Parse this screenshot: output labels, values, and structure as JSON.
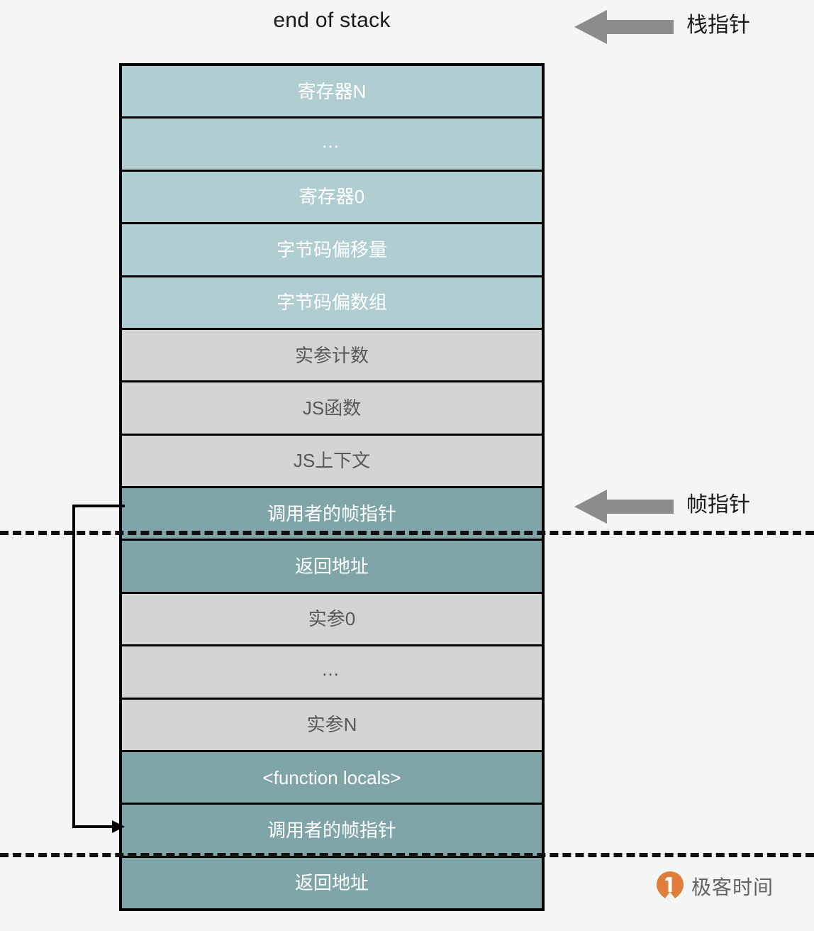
{
  "diagram": {
    "title": "end of stack",
    "colors": {
      "background": "#f4f5f5",
      "teal_light": "#b0ced2",
      "teal_dark": "#7fa5a8",
      "grey": "#d4d4d4",
      "border": "#000000",
      "arrow_grey": "#8c8c8c",
      "watermark_orange": "#e0782f"
    },
    "slots": [
      {
        "label": "寄存器N",
        "fill": "teal-light"
      },
      {
        "label": "…",
        "fill": "teal-light"
      },
      {
        "label": "寄存器0",
        "fill": "teal-light"
      },
      {
        "label": "字节码偏移量",
        "fill": "teal-light"
      },
      {
        "label": "字节码偏数组",
        "fill": "teal-light"
      },
      {
        "label": "实参计数",
        "fill": "grey"
      },
      {
        "label": "JS函数",
        "fill": "grey"
      },
      {
        "label": "JS上下文",
        "fill": "grey"
      },
      {
        "label": "调用者的帧指针",
        "fill": "teal-dark"
      },
      {
        "label": "返回地址",
        "fill": "teal-dark"
      },
      {
        "label": "实参0",
        "fill": "grey"
      },
      {
        "label": "…",
        "fill": "grey"
      },
      {
        "label": "实参N",
        "fill": "grey"
      },
      {
        "label": "<function locals>",
        "fill": "teal-dark"
      },
      {
        "label": "调用者的帧指针",
        "fill": "teal-dark"
      },
      {
        "label": "返回地址",
        "fill": "teal-dark"
      }
    ],
    "pointers": [
      {
        "label": "栈指针"
      },
      {
        "label": "帧指针"
      }
    ],
    "watermark": {
      "text": "极客时间"
    }
  }
}
